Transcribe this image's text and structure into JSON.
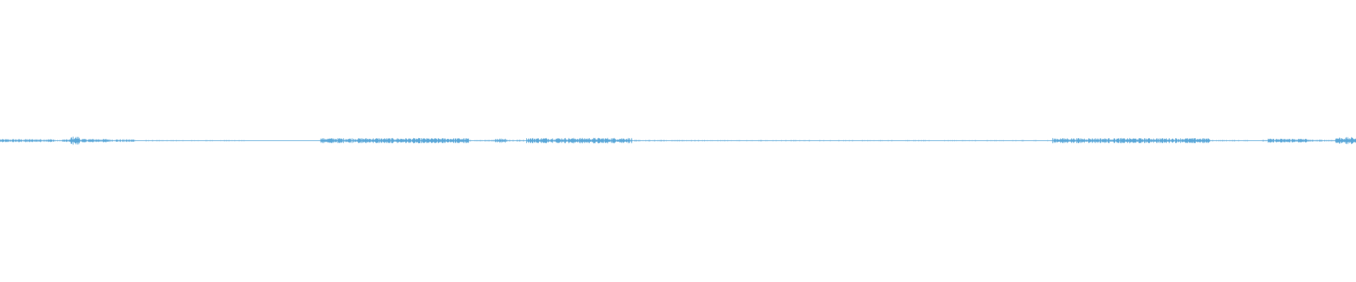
{
  "waveform": {
    "color": "#5aa7d8",
    "background": "#ffffff",
    "segments": [
      {
        "from": 0.0,
        "to": 0.04,
        "level": 0.35
      },
      {
        "from": 0.04,
        "to": 0.046,
        "level": 0.15
      },
      {
        "from": 0.046,
        "to": 0.052,
        "level": 0.3
      },
      {
        "from": 0.052,
        "to": 0.059,
        "level": 1.0
      },
      {
        "from": 0.059,
        "to": 0.08,
        "level": 0.4
      },
      {
        "from": 0.08,
        "to": 0.1,
        "level": 0.3
      },
      {
        "from": 0.1,
        "to": 0.18,
        "level": 0.12
      },
      {
        "from": 0.18,
        "to": 0.236,
        "level": 0.1
      },
      {
        "from": 0.236,
        "to": 0.346,
        "level": 0.6
      },
      {
        "from": 0.346,
        "to": 0.364,
        "level": 0.15
      },
      {
        "from": 0.364,
        "to": 0.374,
        "level": 0.55
      },
      {
        "from": 0.374,
        "to": 0.388,
        "level": 0.2
      },
      {
        "from": 0.388,
        "to": 0.466,
        "level": 0.65
      },
      {
        "from": 0.466,
        "to": 0.52,
        "level": 0.15
      },
      {
        "from": 0.52,
        "to": 0.62,
        "level": 0.12
      },
      {
        "from": 0.62,
        "to": 0.7,
        "level": 0.12
      },
      {
        "from": 0.7,
        "to": 0.776,
        "level": 0.12
      },
      {
        "from": 0.776,
        "to": 0.892,
        "level": 0.6
      },
      {
        "from": 0.892,
        "to": 0.935,
        "level": 0.15
      },
      {
        "from": 0.935,
        "to": 0.965,
        "level": 0.45
      },
      {
        "from": 0.965,
        "to": 0.985,
        "level": 0.2
      },
      {
        "from": 0.985,
        "to": 1.0,
        "level": 0.8
      }
    ]
  }
}
